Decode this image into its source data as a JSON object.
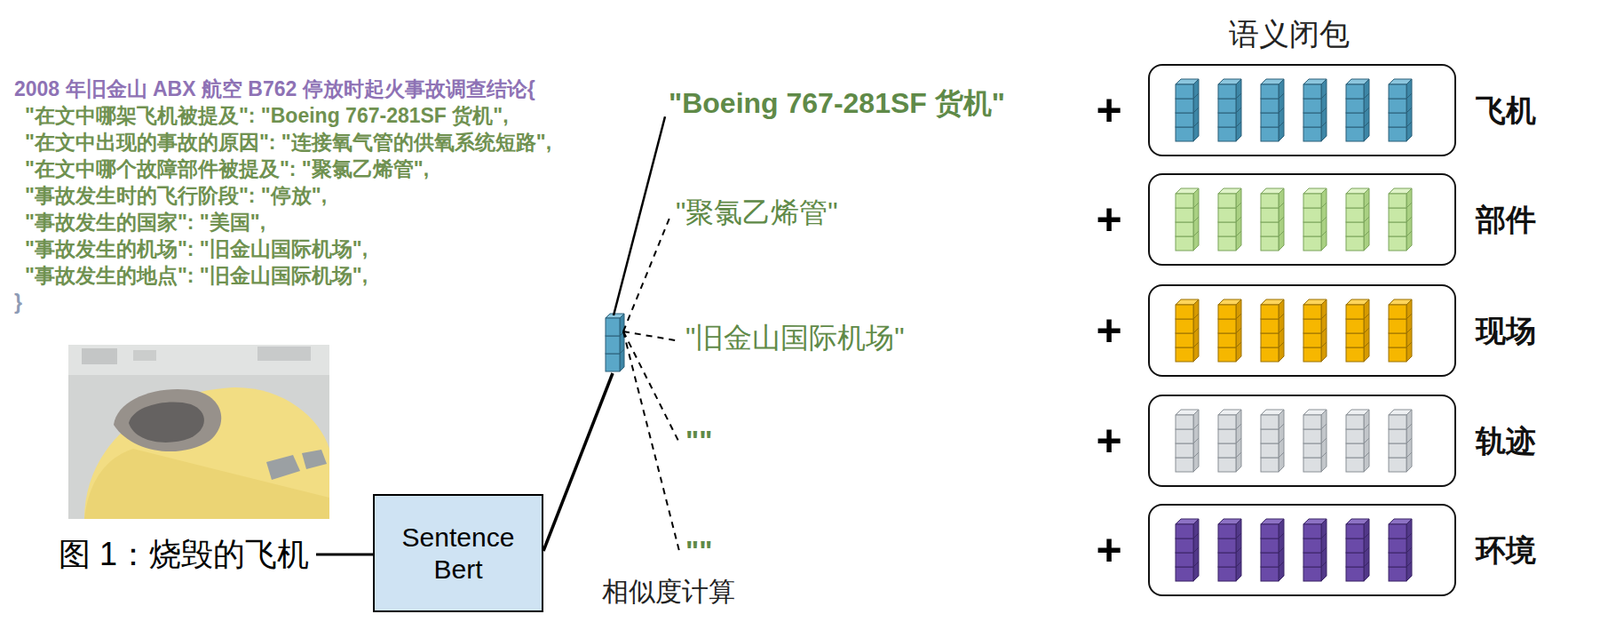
{
  "diagram": {
    "nodes": [
      {
        "text": [
          "Sentence Bert"
        ]
      },
      {
        "text": [
          "飞机"
        ]
      },
      {
        "text": [
          "部件"
        ]
      },
      {
        "text": [
          "现场"
        ]
      },
      {
        "text": [
          "轨迹"
        ]
      },
      {
        "text": [
          "环境"
        ]
      }
    ],
    "labels": [
      "语义闭包",
      "2008 年旧金山 ABX 航空 B762 停放时起火事故调查结论{",
      "\"在文中哪架飞机被提及\": \"Boeing 767-281SF 货机\",",
      "\"在文中出现的事故的原因\": \"连接氧气管的供氧系统短路\",",
      "\"在文中哪个故障部件被提及\": \"聚氯乙烯管\",",
      "\"事故发生时的飞行阶段\": \"停放\",",
      "\"事故发生的国家\": \"美国\",",
      "\"事故发生的机场\": \"旧金山国际机场\",",
      "\"事故发生的地点\": \"旧金山国际机场\",",
      "}",
      "\"Boeing 767-281SF 货机\"",
      "\"聚氯乙烯管\"",
      "\"旧金山国际机场\"",
      "\"\"",
      "\"\"",
      "+",
      "+",
      "+",
      "+",
      "+",
      "图 1：烧毁的飞机",
      "相似度计算"
    ]
  }
}
